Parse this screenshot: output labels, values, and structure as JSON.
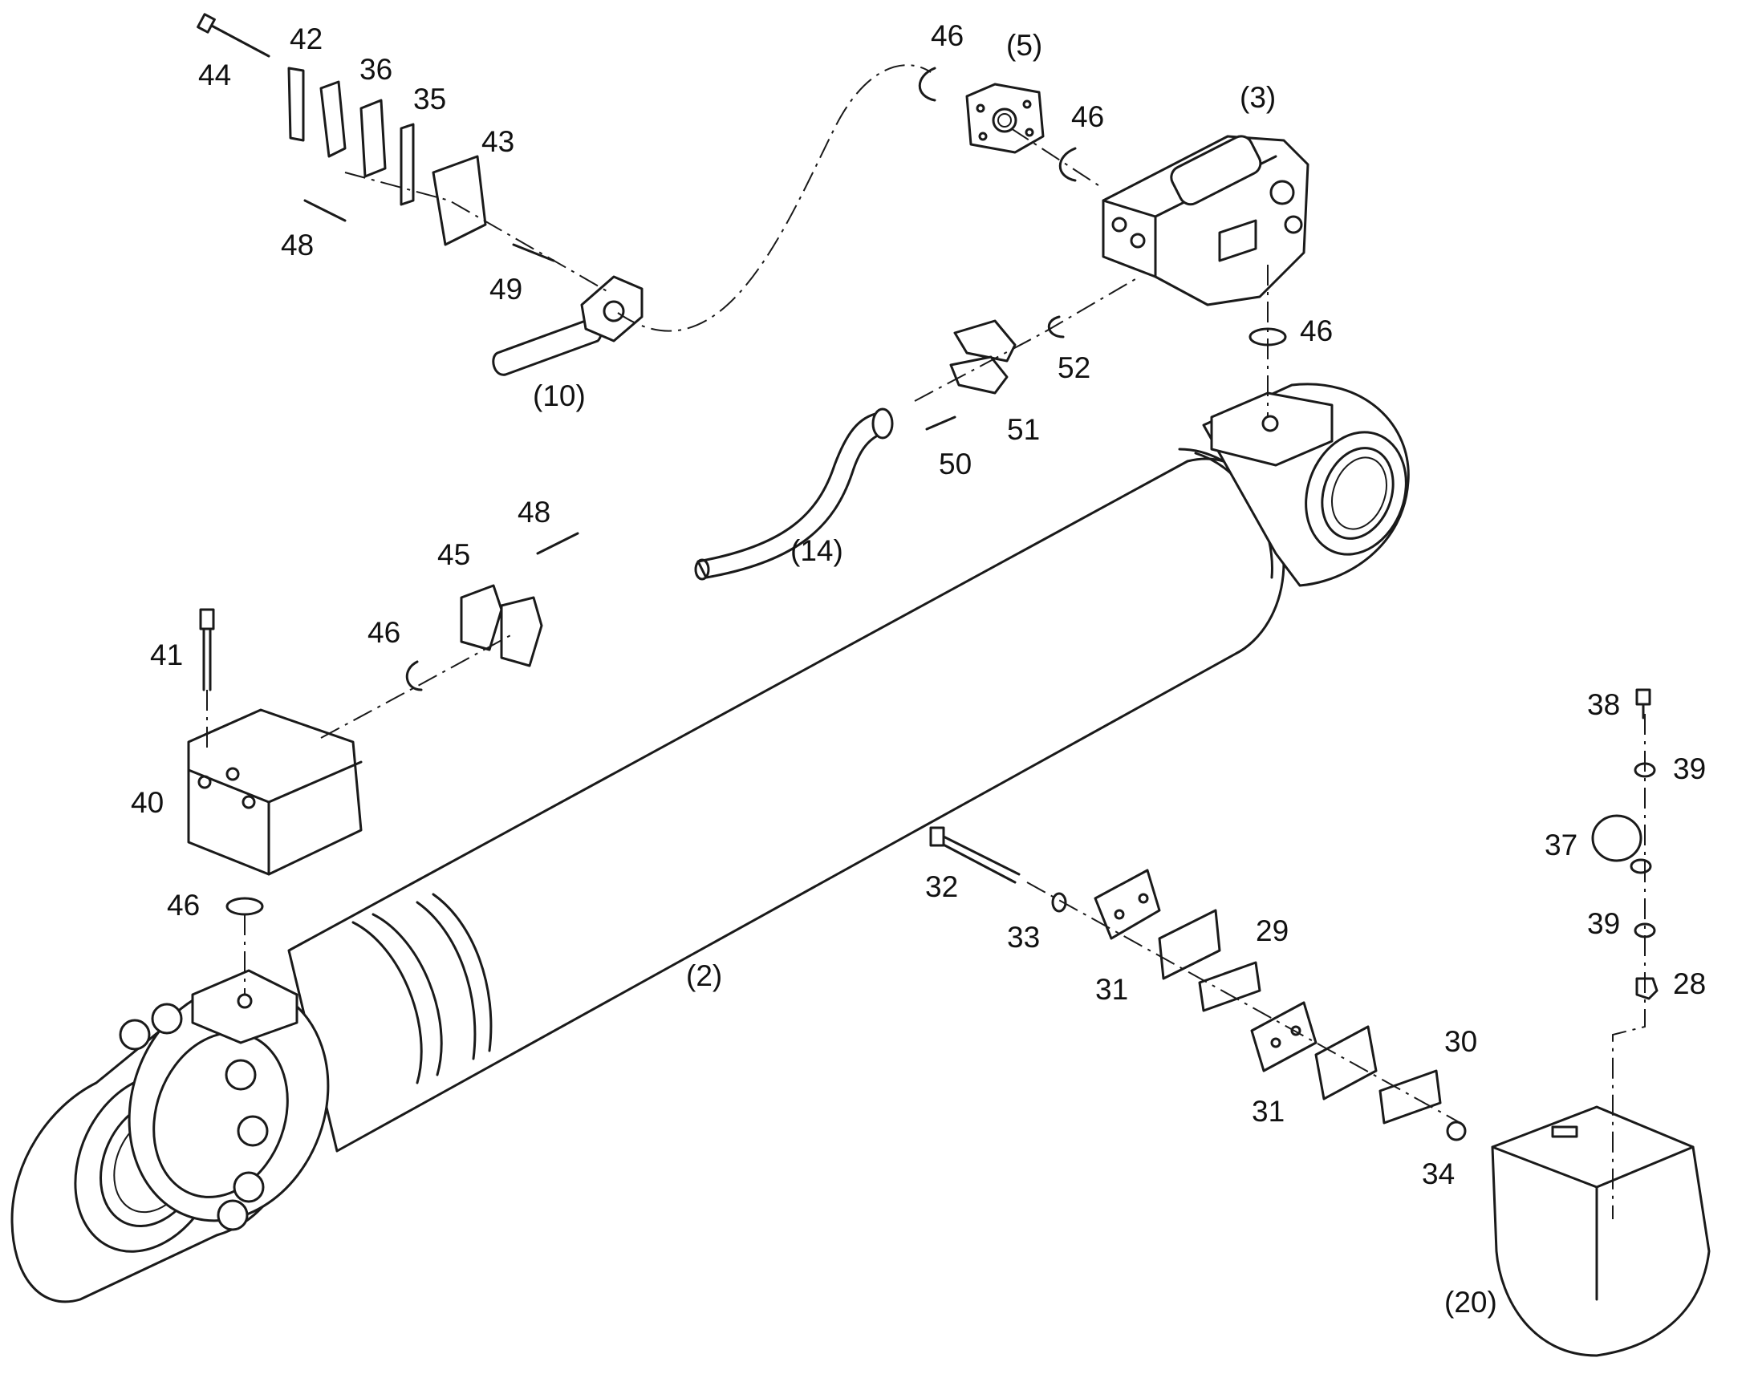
{
  "diagram": {
    "colors": {
      "line": "#1a1a1a",
      "background": "#ffffff"
    },
    "labels": {
      "p44": "44",
      "p42": "42",
      "p36": "36",
      "p35": "35",
      "p43": "43",
      "p48a": "48",
      "p49": "49",
      "p10": "(10)",
      "p46a": "46",
      "p5": "(5)",
      "p46b": "46",
      "p3": "(3)",
      "p46c": "46",
      "p52": "52",
      "p51": "51",
      "p50": "50",
      "p14": "(14)",
      "p48b": "48",
      "p45": "45",
      "p46d": "46",
      "p41": "41",
      "p40": "40",
      "p46e": "46",
      "p2": "(2)",
      "p32": "32",
      "p33": "33",
      "p29": "29",
      "p31a": "31",
      "p31b": "31",
      "p30": "30",
      "p34": "34",
      "p38": "38",
      "p39a": "39",
      "p37": "37",
      "p39b": "39",
      "p28": "28",
      "p20": "(20)"
    }
  }
}
